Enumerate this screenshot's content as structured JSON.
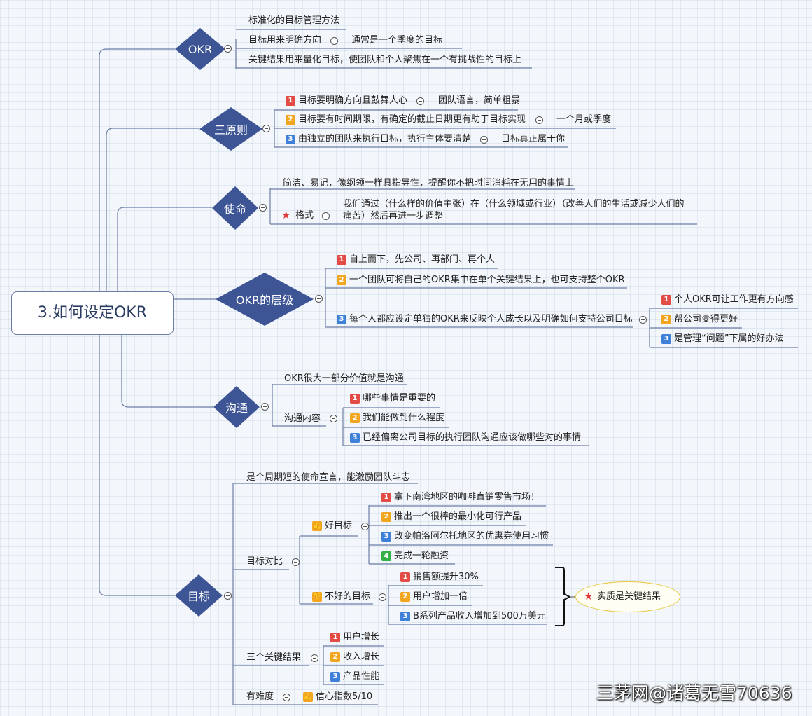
{
  "root": "3.如何设定OKR",
  "okr": {
    "title": "OKR",
    "items": [
      "标准化的目标管理方法",
      "目标用来明确方向",
      "关键结果用来量化目标，使团队和个人聚焦在一个有挑战性的目标上"
    ],
    "direction_note": "通常是一个季度的目标"
  },
  "principles": {
    "title": "三原则",
    "items": [
      {
        "badge": "1",
        "text": "目标要明确方向且鼓舞人心",
        "note": "团队语言，简单粗暴"
      },
      {
        "badge": "2",
        "text": "目标要有时间期限，有确定的截止日期更有助于目标实现",
        "note": "一个月或季度"
      },
      {
        "badge": "3",
        "text": "由独立的团队来执行目标，执行主体要清楚",
        "note": "目标真正属于你"
      }
    ]
  },
  "mission": {
    "title": "使命",
    "items": [
      "简洁、易记，像纲领一样具指导性，提醒你不把时间消耗在无用的事情上"
    ],
    "format_label": "格式",
    "format_text": "我们通过（什么样的价值主张）在（什么领域或行业）（改善人们的生活或减少人们的痛苦）然后再进一步调整"
  },
  "levels": {
    "title": "OKR的层级",
    "items": [
      {
        "badge": "1",
        "text": "自上而下，先公司、再部门、再个人"
      },
      {
        "badge": "2",
        "text": "一个团队可将自己的OKR集中在单个关键结果上，也可支持整个OKR"
      },
      {
        "badge": "3",
        "text": "每个人都应设定单独的OKR来反映个人成长以及明确如何支持公司目标"
      }
    ],
    "sub": [
      {
        "badge": "1",
        "text": "个人OKR可让工作更有方向感"
      },
      {
        "badge": "2",
        "text": "帮公司变得更好"
      },
      {
        "badge": "3",
        "text": "是管理“问题”下属的好办法"
      }
    ]
  },
  "communication": {
    "title": "沟通",
    "items": [
      "OKR很大一部分价值就是沟通",
      "沟通内容"
    ],
    "content": [
      {
        "badge": "1",
        "text": "哪些事情是重要的"
      },
      {
        "badge": "2",
        "text": "我们能做到什么程度"
      },
      {
        "badge": "3",
        "text": "已经偏离公司目标的执行团队沟通应该做哪些对的事情"
      }
    ]
  },
  "goal": {
    "title": "目标",
    "desc": "是个周期短的使命宣言，能激励团队斗志",
    "compare_label": "目标对比",
    "good_label": "好目标",
    "good": [
      {
        "badge": "1",
        "text": "拿下南湾地区的咖啡直销零售市场！"
      },
      {
        "badge": "2",
        "text": "推出一个很棒的最小化可行产品"
      },
      {
        "badge": "3",
        "text": "改变帕洛阿尔托地区的优惠券使用习惯"
      },
      {
        "badge": "4",
        "text": "完成一轮融资"
      }
    ],
    "bad_label": "不好的目标",
    "bad": [
      {
        "badge": "1",
        "text": "销售额提升30%"
      },
      {
        "badge": "2",
        "text": "用户增加一倍"
      },
      {
        "badge": "3",
        "text": "B系列产品收入增加到500万美元"
      }
    ],
    "summary": "实质是关键结果",
    "kr_label": "三个关键结果",
    "kr": [
      {
        "badge": "1",
        "text": "用户增长"
      },
      {
        "badge": "2",
        "text": "收入增长"
      },
      {
        "badge": "3",
        "text": "产品性能"
      }
    ],
    "difficulty_label": "有难度",
    "confidence": "信心指数5/10"
  },
  "watermark": "三茅网@诸葛无雪70636",
  "colors": {
    "diamond": "#3d5495",
    "line": "#6c7ea6",
    "ellipse_border": "#e8c73a"
  },
  "icons": {
    "collapse": "minus-circle-icon",
    "star": "star-icon",
    "thumbs_up": "thumbs-up-icon",
    "thumbs_down": "thumbs-down-icon"
  }
}
